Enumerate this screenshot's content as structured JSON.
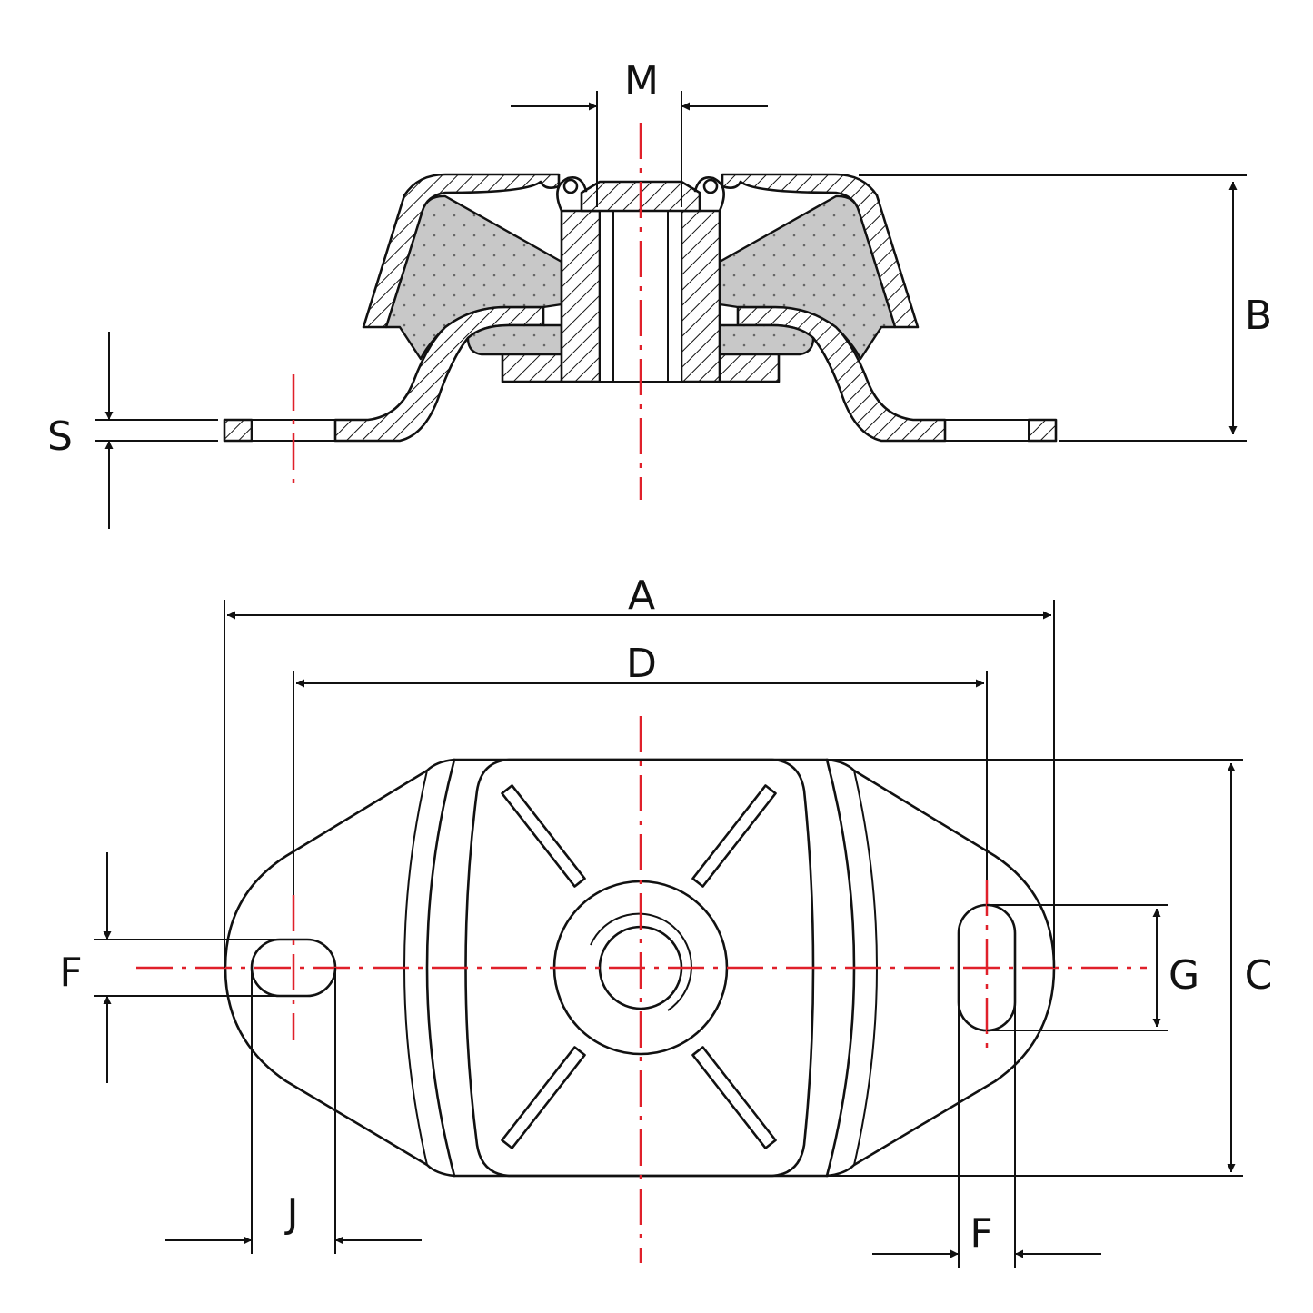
{
  "labels": {
    "M": "M",
    "B": "B",
    "S": "S",
    "A": "A",
    "D": "D",
    "C": "C",
    "G": "G",
    "F_left": "F",
    "F_bottom": "F",
    "J": "J"
  },
  "colors": {
    "outline": "#111111",
    "centerline": "#e0202a",
    "rubber_fill": "#c8c8c8"
  }
}
